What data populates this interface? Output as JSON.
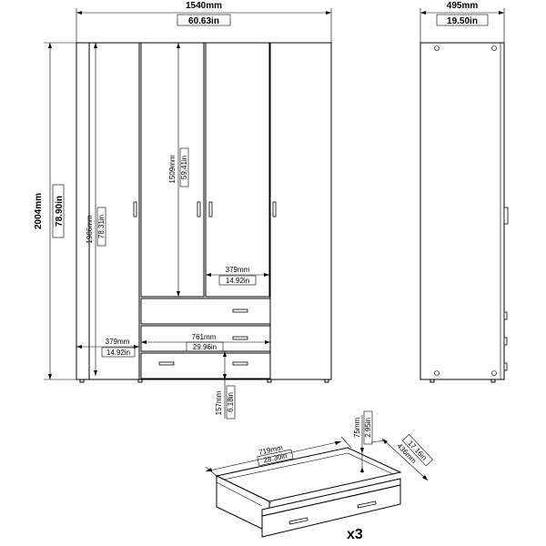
{
  "dimensions": {
    "overall_width": {
      "mm": "1540mm",
      "in": "60.63in"
    },
    "overall_height": {
      "mm": "2004mm",
      "in": "78.90in"
    },
    "depth": {
      "mm": "495mm",
      "in": "19.50in"
    },
    "inner_height": {
      "mm": "1986mm",
      "in": "78.31in"
    },
    "upper_door_height": {
      "mm": "1509mm",
      "in": "59.41in"
    },
    "upper_inner_width": {
      "mm": "379mm",
      "in": "14.92in"
    },
    "lower_inner_width": {
      "mm": "379mm",
      "in": "14.92in"
    },
    "drawer_section_width": {
      "mm": "761mm",
      "in": "29.96in"
    },
    "leg_clearance": {
      "mm": "157mm",
      "in": "6.18in"
    }
  },
  "drawer_detail": {
    "width": {
      "mm": "719mm",
      "in": "28.30in"
    },
    "height": {
      "mm": "75mm",
      "in": "2.95in"
    },
    "depth": {
      "mm": "436mm",
      "in": "17.16in"
    },
    "quantity": "x3"
  }
}
